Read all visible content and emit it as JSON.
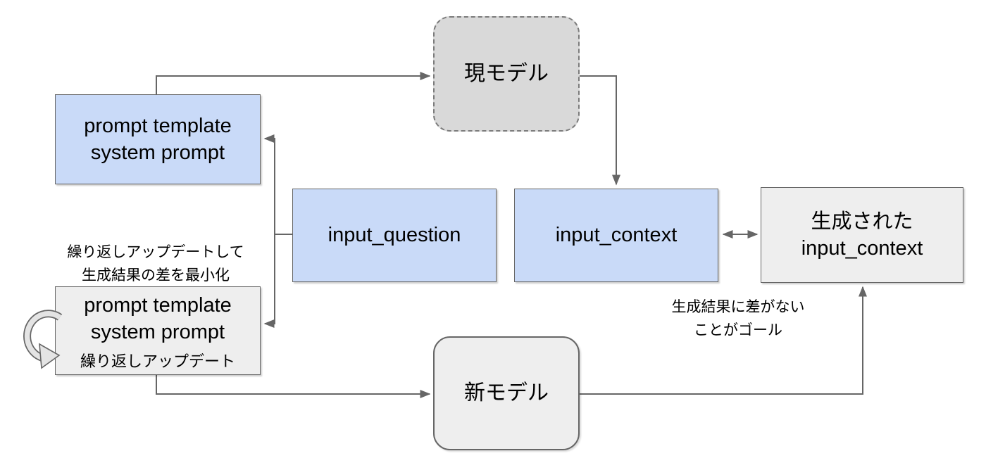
{
  "colors": {
    "bg": "#ffffff",
    "node-blue": "#c9daf8",
    "node-gray-dark": "#d9d9d9",
    "node-gray-light": "#eeeeee",
    "border": "#666666",
    "arrow": "#666666",
    "text": "#000000"
  },
  "nodes": {
    "current_model": {
      "label": "現モデル"
    },
    "prompt_current": {
      "label": "prompt template\nsystem prompt"
    },
    "input_question": {
      "label": "input_question"
    },
    "input_context": {
      "label": "input_context"
    },
    "generated_input_context": {
      "label": "生成された\ninput_context"
    },
    "prompt_new": {
      "label": "prompt template\nsystem prompt",
      "sublabel": "繰り返しアップデート"
    },
    "new_model": {
      "label": "新モデル"
    }
  },
  "annotations": {
    "iterate_minimize": "繰り返しアップデートして\n生成結果の差を最小化",
    "goal": "生成結果に差がない\nことがゴール"
  }
}
